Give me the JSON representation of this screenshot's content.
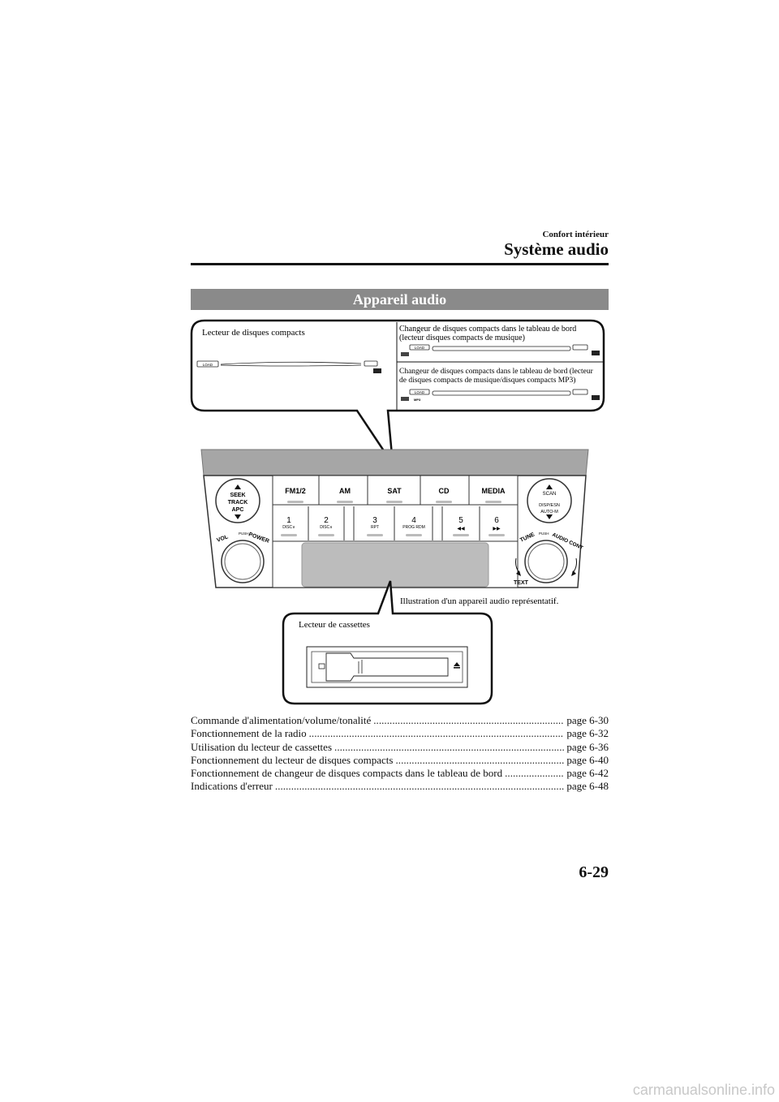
{
  "header": {
    "section": "Confort intérieur",
    "title": "Système audio"
  },
  "banner": "Appareil audio",
  "figure": {
    "cd_player_label": "Lecteur de disques compacts",
    "changer_music_label_1": "Changeur de disques compacts dans le tableau de bord",
    "changer_music_label_2": "(lecteur disques compacts de musique)",
    "changer_mp3_label_1": "Changeur de disques compacts dans le tableau de bord (lecteur",
    "changer_mp3_label_2": "de disques compacts de musique/disques compacts MP3)",
    "slot_load": "LOAD",
    "mp3_badge": "MP3",
    "caption": "Illustration d'un appareil audio représentatif.",
    "cassette_label": "Lecteur de cassettes",
    "panel": {
      "seek_1": "SEEK",
      "seek_2": "TRACK",
      "seek_3": "APC",
      "vol": "VOL",
      "push_left": "PUSH",
      "power": "POWER",
      "tune": "TUNE",
      "push_right": "PUSH",
      "audio_cont": "AUDIO CONT",
      "text": "TEXT",
      "scan": "SCAN",
      "disp": "DISP/ESN",
      "auto": "AUTO-M",
      "modes": [
        "FM1/2",
        "AM",
        "SAT",
        "CD",
        "MEDIA"
      ],
      "presets": [
        {
          "num": "1",
          "sub": "DISC∨"
        },
        {
          "num": "2",
          "sub": "DISC∧"
        },
        {
          "num": "3",
          "sub": "RPT"
        },
        {
          "num": "4",
          "sub": "PROG\nRDM"
        },
        {
          "num": "5",
          "sub": "◀◀"
        },
        {
          "num": "6",
          "sub": "▶▶"
        }
      ]
    }
  },
  "toc": [
    {
      "label": "Commande d'alimentation/volume/tonalité",
      "page": "page 6-30"
    },
    {
      "label": "Fonctionnement de la radio",
      "page": "page 6-32"
    },
    {
      "label": "Utilisation du lecteur de cassettes",
      "page": "page 6-36"
    },
    {
      "label": "Fonctionnement du lecteur de disques compacts",
      "page": "page 6-40"
    },
    {
      "label": "Fonctionnement de changeur de disques compacts dans le tableau de bord",
      "page": "page 6-42"
    },
    {
      "label": "Indications d'erreur",
      "page": "page 6-48"
    }
  ],
  "page_number": "6-29",
  "watermark": "carmanualsonline.info"
}
